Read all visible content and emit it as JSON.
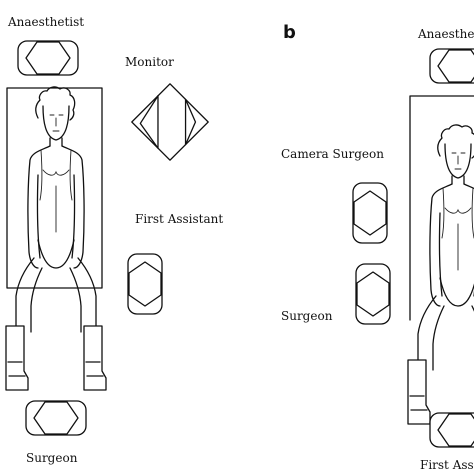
{
  "panel_a": {
    "labels": {
      "anaesthetist": "Anaesthetist",
      "monitor": "Monitor",
      "first_assistant": "First Assistant",
      "surgeon": "Surgeon"
    }
  },
  "panel_b": {
    "letter": "b",
    "labels": {
      "anaesthetist": "Anaesthetist",
      "camera_surgeon": "Camera Surgeon",
      "surgeon": "Surgeon",
      "first_assistant": "First Assistant"
    }
  }
}
